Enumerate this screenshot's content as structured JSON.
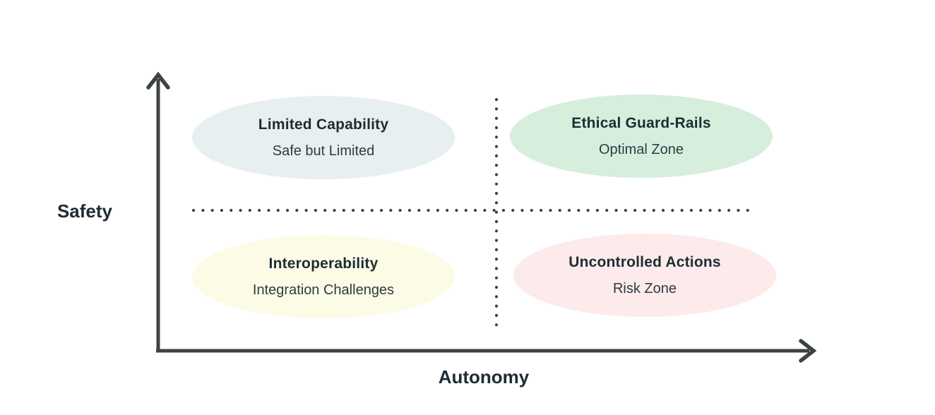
{
  "diagram": {
    "type": "quadrant-diagram",
    "y_axis_label": "Safety",
    "x_axis_label": "Autonomy",
    "colors": {
      "axis": "#3d4245",
      "dots": "#3a3f42",
      "title-text": "#1d2d33",
      "subtitle-text": "#2c3b42",
      "background": "#ffffff"
    },
    "quadrants": [
      {
        "position": "top-left",
        "title": "Limited Capability",
        "subtitle": "Safe but Limited",
        "color": "#e8eff1"
      },
      {
        "position": "top-right",
        "title": "Ethical Guard-Rails",
        "subtitle": "Optimal Zone",
        "color": "#d7eedd"
      },
      {
        "position": "bottom-left",
        "title": "Interoperability",
        "subtitle": "Integration Challenges",
        "color": "#fcfbe6"
      },
      {
        "position": "bottom-right",
        "title": "Uncontrolled Actions",
        "subtitle": "Risk Zone",
        "color": "#fdeaea"
      }
    ]
  }
}
